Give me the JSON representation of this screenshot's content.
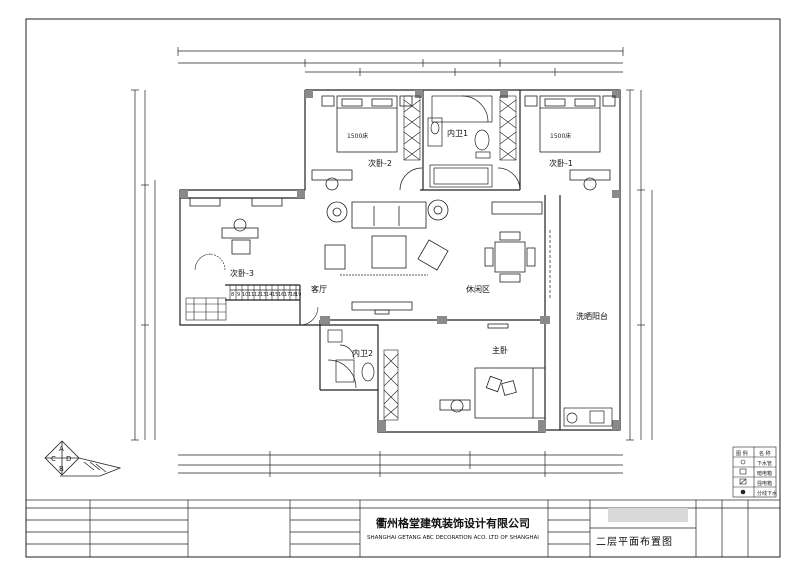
{
  "rooms": {
    "bedroom2": "次卧-2",
    "bath1": "内卫1",
    "bedroom1": "次卧-1",
    "bedroom3": "次卧-3",
    "living": "客厅",
    "lounge": "休闲区",
    "laundry": "洗晒阳台",
    "bath2": "内卫2",
    "master": "主卧"
  },
  "beds": {
    "bed2": "1500床",
    "bed1": "1500床"
  },
  "stairs": [
    "8",
    "9",
    "10",
    "11",
    "12",
    "13",
    "14",
    "15",
    "16",
    "17",
    "18",
    "19"
  ],
  "compass": {
    "a": "A",
    "b": "B",
    "c": "C",
    "d": "D"
  },
  "legend": {
    "header_icon": "图 例",
    "header_name": "名 称",
    "items": [
      "下水管",
      "暗电箱",
      "强电箱",
      "分线下水"
    ]
  },
  "titleblock": {
    "company_cn": "衢州格堂建筑装饰设计有限公司",
    "company_en": "SHANGHAI GETANG ABC DECORATION  ACO. LTD OF SHANGHAI",
    "drawing_title": "二层平面布置图"
  },
  "colors": {
    "line": "#111111",
    "wall": "#8a8a8a",
    "light": "#777777"
  }
}
